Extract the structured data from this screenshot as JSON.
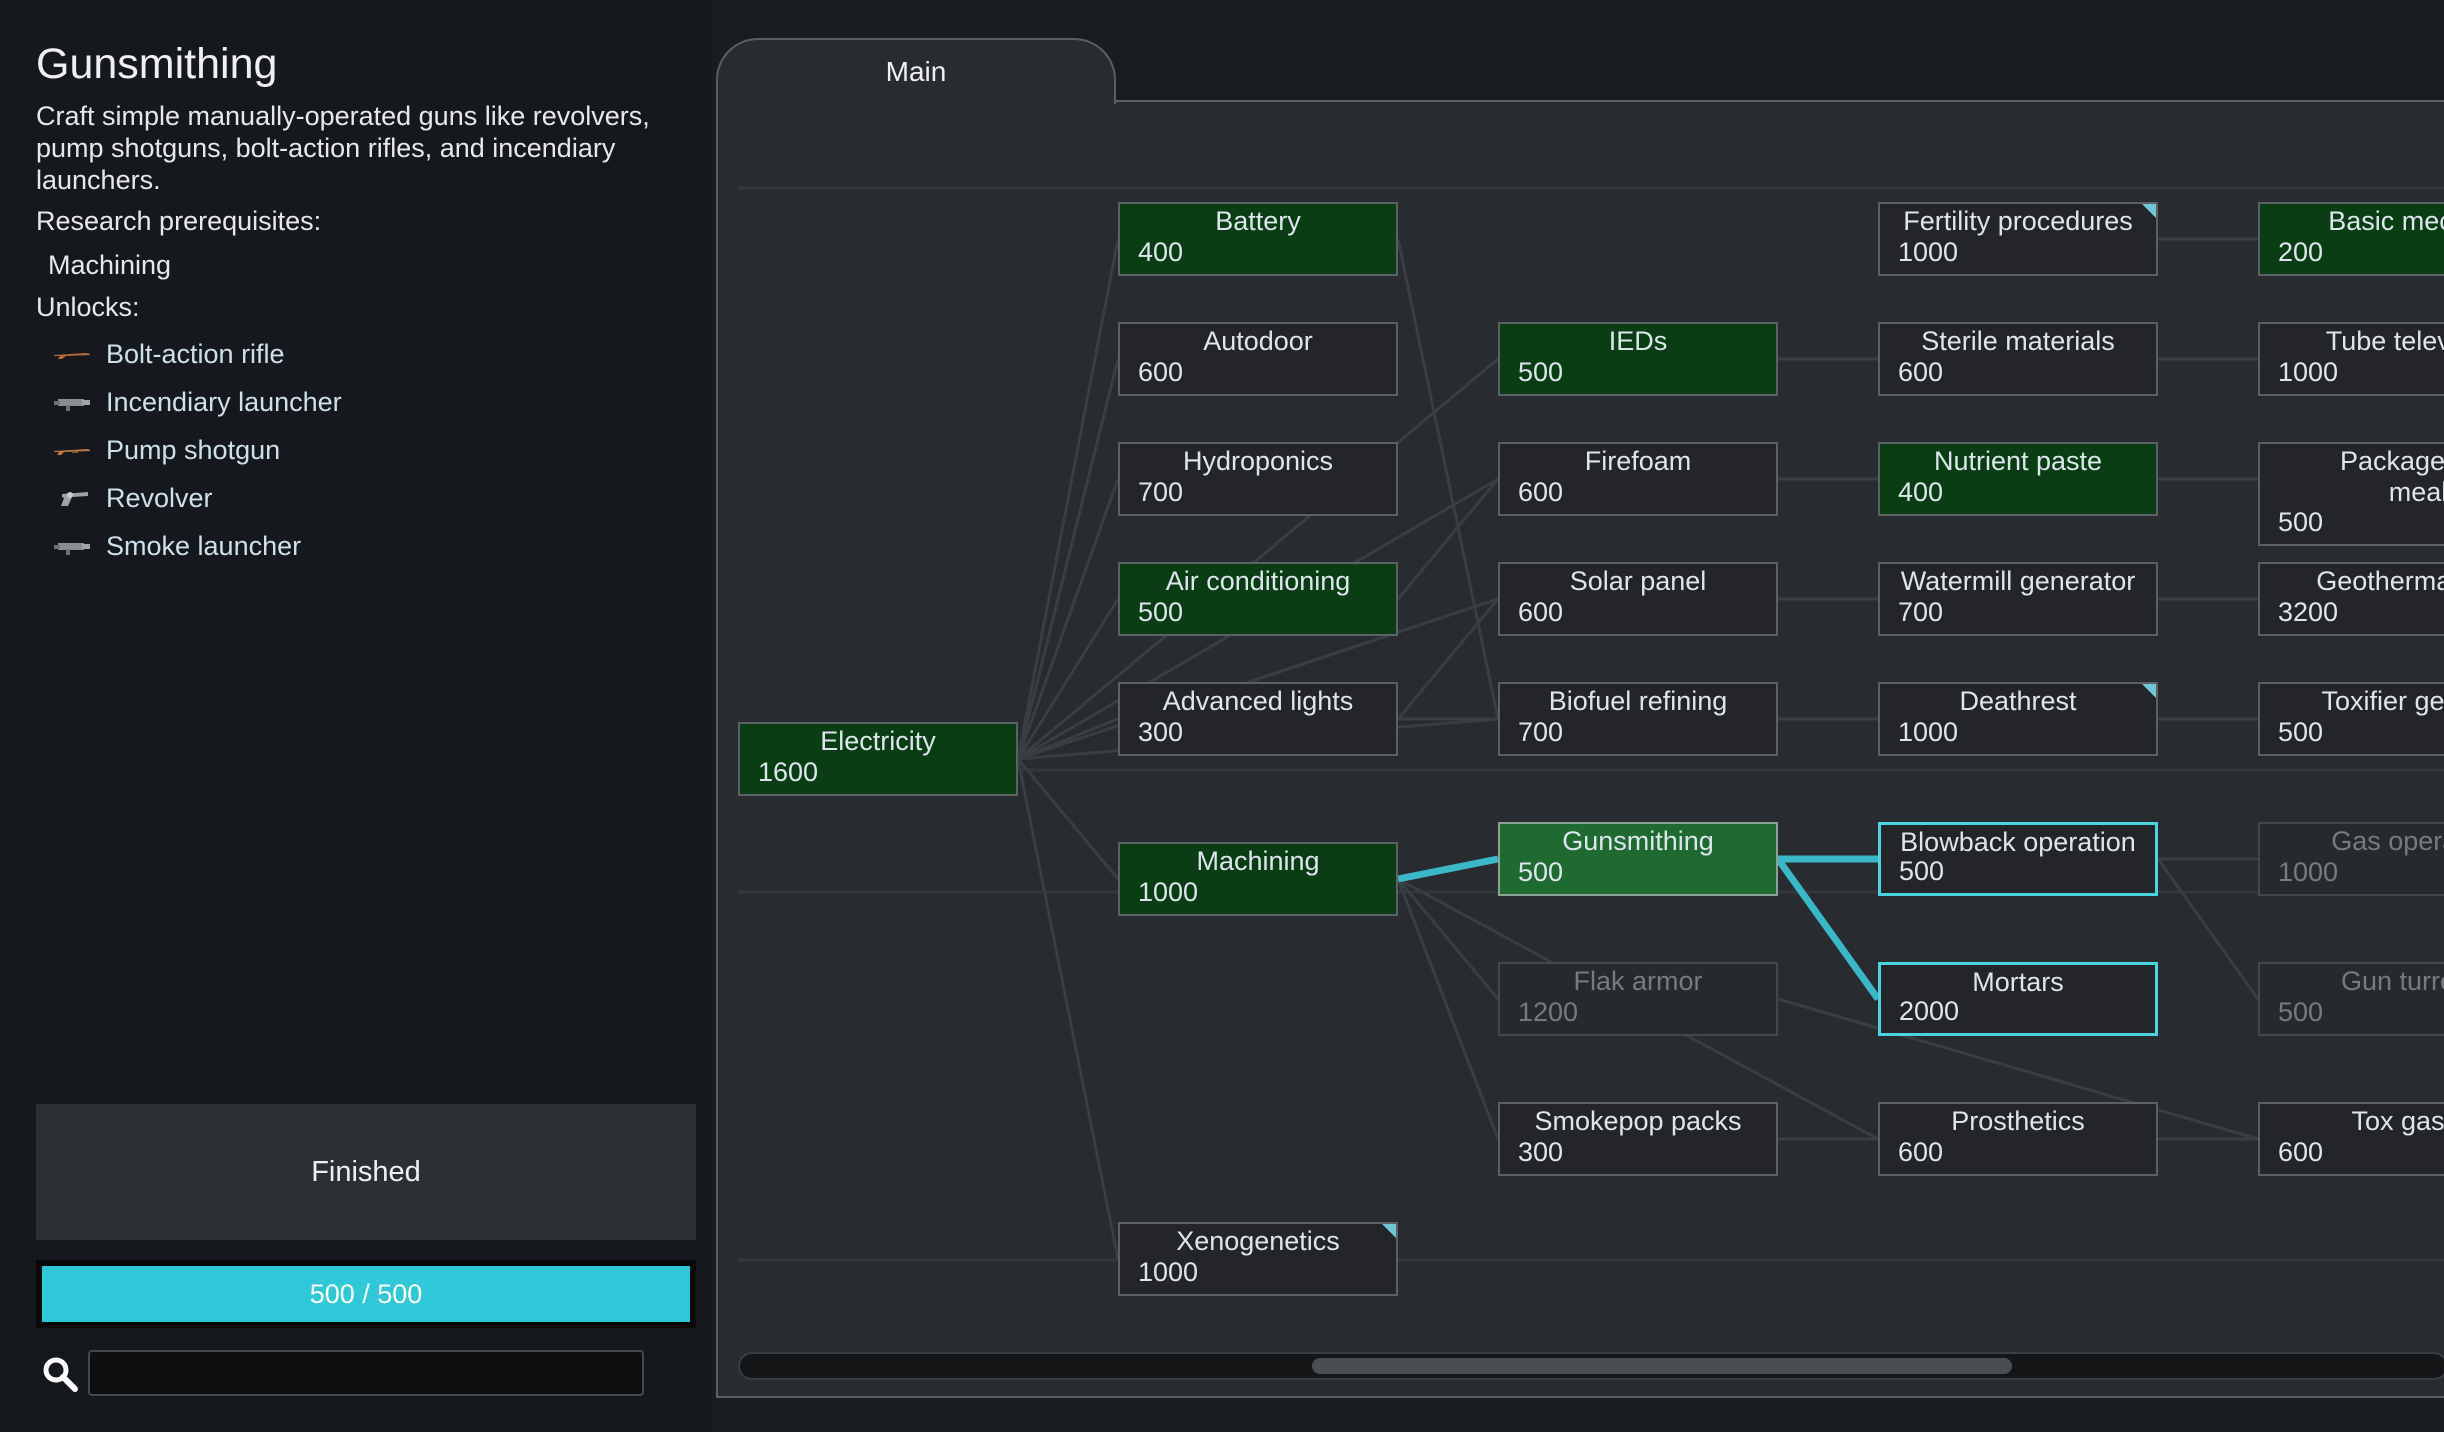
{
  "project": {
    "title": "Gunsmithing",
    "description": "Craft simple manually-operated guns like revolvers, pump shotguns, bolt-action rifles, and incendiary launchers.",
    "prereq_label": "Research prerequisites:",
    "prereqs": [
      "Machining"
    ],
    "unlocks_label": "Unlocks:",
    "unlocks": [
      {
        "label": "Bolt-action rifle",
        "icon": "rifle-icon"
      },
      {
        "label": "Incendiary launcher",
        "icon": "launcher-icon"
      },
      {
        "label": "Pump shotgun",
        "icon": "shotgun-icon"
      },
      {
        "label": "Revolver",
        "icon": "revolver-icon"
      },
      {
        "label": "Smoke launcher",
        "icon": "launcher-icon"
      }
    ],
    "status": "Finished",
    "progress_text": "500 / 500",
    "progress_fraction": 1.0
  },
  "search": {
    "placeholder": ""
  },
  "tabs": [
    {
      "label": "Main",
      "active": true
    }
  ],
  "colors": {
    "finished": "#0a3d14",
    "selected": "#1e6a30",
    "available_outline": "#49d4e0",
    "progress": "#30c8d8"
  },
  "tree": {
    "nodes": [
      {
        "id": "electricity",
        "label": "Electricity",
        "cost": "1600",
        "state": "done"
      },
      {
        "id": "battery",
        "label": "Battery",
        "cost": "400",
        "state": "done"
      },
      {
        "id": "autodoor",
        "label": "Autodoor",
        "cost": "600",
        "state": "normal"
      },
      {
        "id": "hydroponics",
        "label": "Hydroponics",
        "cost": "700",
        "state": "normal"
      },
      {
        "id": "aircon",
        "label": "Air conditioning",
        "cost": "500",
        "state": "done"
      },
      {
        "id": "advlights",
        "label": "Advanced lights",
        "cost": "300",
        "state": "normal"
      },
      {
        "id": "machining",
        "label": "Machining",
        "cost": "1000",
        "state": "done"
      },
      {
        "id": "xenogenetics",
        "label": "Xenogenetics",
        "cost": "1000",
        "state": "normal",
        "corner": true
      },
      {
        "id": "ieds",
        "label": "IEDs",
        "cost": "500",
        "state": "done"
      },
      {
        "id": "firefoam",
        "label": "Firefoam",
        "cost": "600",
        "state": "normal"
      },
      {
        "id": "solarpanel",
        "label": "Solar panel",
        "cost": "600",
        "state": "normal"
      },
      {
        "id": "biofuel",
        "label": "Biofuel refining",
        "cost": "700",
        "state": "normal"
      },
      {
        "id": "gunsmithing",
        "label": "Gunsmithing",
        "cost": "500",
        "state": "current"
      },
      {
        "id": "flakarmor",
        "label": "Flak armor",
        "cost": "1200",
        "state": "locked"
      },
      {
        "id": "smokepop",
        "label": "Smokepop packs",
        "cost": "300",
        "state": "normal"
      },
      {
        "id": "fertility",
        "label": "Fertility procedures",
        "cost": "1000",
        "state": "normal",
        "corner": true
      },
      {
        "id": "sterile",
        "label": "Sterile materials",
        "cost": "600",
        "state": "normal"
      },
      {
        "id": "nutrient",
        "label": "Nutrient paste",
        "cost": "400",
        "state": "done"
      },
      {
        "id": "watermill",
        "label": "Watermill generator",
        "cost": "700",
        "state": "normal"
      },
      {
        "id": "deathrest",
        "label": "Deathrest",
        "cost": "1000",
        "state": "normal",
        "corner": true
      },
      {
        "id": "blowback",
        "label": "Blowback operation",
        "cost": "500",
        "state": "avail"
      },
      {
        "id": "mortars",
        "label": "Mortars",
        "cost": "2000",
        "state": "avail"
      },
      {
        "id": "prosthetics",
        "label": "Prosthetics",
        "cost": "600",
        "state": "normal"
      },
      {
        "id": "basicmech",
        "label": "Basic mech",
        "cost": "200",
        "state": "done"
      },
      {
        "id": "tubetv",
        "label": "Tube televis",
        "cost": "1000",
        "state": "normal"
      },
      {
        "id": "packaged",
        "label": "Packaged su meal",
        "cost": "500",
        "state": "normal"
      },
      {
        "id": "geothermal",
        "label": "Geothermal p",
        "cost": "3200",
        "state": "normal"
      },
      {
        "id": "toxifier",
        "label": "Toxifier gene",
        "cost": "500",
        "state": "normal"
      },
      {
        "id": "gasop",
        "label": "Gas operat",
        "cost": "1000",
        "state": "locked"
      },
      {
        "id": "gunturret",
        "label": "Gun turre",
        "cost": "500",
        "state": "locked"
      },
      {
        "id": "toxgas",
        "label": "Tox gas",
        "cost": "600",
        "state": "normal"
      }
    ]
  }
}
